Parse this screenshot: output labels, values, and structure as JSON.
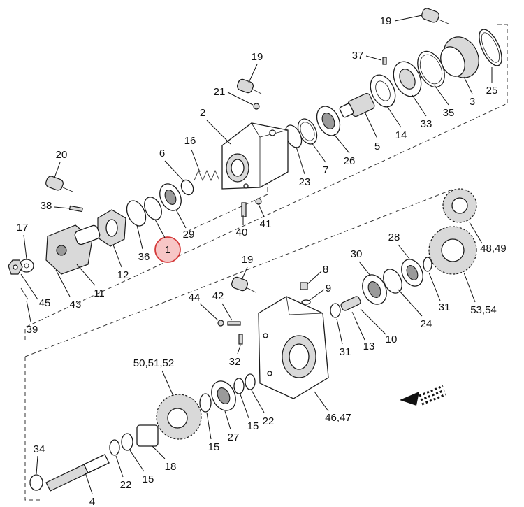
{
  "callouts": [
    {
      "id": "c19a",
      "text": "19"
    },
    {
      "id": "c37",
      "text": "37"
    },
    {
      "id": "c19b",
      "text": "19"
    },
    {
      "id": "c21",
      "text": "21"
    },
    {
      "id": "c2",
      "text": "2"
    },
    {
      "id": "c25",
      "text": "25"
    },
    {
      "id": "c3",
      "text": "3"
    },
    {
      "id": "c35",
      "text": "35"
    },
    {
      "id": "c33",
      "text": "33"
    },
    {
      "id": "c14",
      "text": "14"
    },
    {
      "id": "c5",
      "text": "5"
    },
    {
      "id": "c26",
      "text": "26"
    },
    {
      "id": "c7",
      "text": "7"
    },
    {
      "id": "c23",
      "text": "23"
    },
    {
      "id": "c6",
      "text": "6"
    },
    {
      "id": "c16",
      "text": "16"
    },
    {
      "id": "c20",
      "text": "20"
    },
    {
      "id": "c38",
      "text": "38"
    },
    {
      "id": "c17",
      "text": "17"
    },
    {
      "id": "c29",
      "text": "29"
    },
    {
      "id": "c40",
      "text": "40"
    },
    {
      "id": "c41",
      "text": "41"
    },
    {
      "id": "c36",
      "text": "36"
    },
    {
      "id": "c1",
      "text": "1",
      "highlighted": true
    },
    {
      "id": "c12",
      "text": "12"
    },
    {
      "id": "c11",
      "text": "11"
    },
    {
      "id": "c43",
      "text": "43"
    },
    {
      "id": "c45",
      "text": "45"
    },
    {
      "id": "c39",
      "text": "39"
    },
    {
      "id": "c4849",
      "text": "48,49"
    },
    {
      "id": "c28",
      "text": "28"
    },
    {
      "id": "c30",
      "text": "30"
    },
    {
      "id": "c19c",
      "text": "19"
    },
    {
      "id": "c8",
      "text": "8"
    },
    {
      "id": "c9",
      "text": "9"
    },
    {
      "id": "c42",
      "text": "42"
    },
    {
      "id": "c44",
      "text": "44"
    },
    {
      "id": "c31a",
      "text": "31"
    },
    {
      "id": "c24",
      "text": "24"
    },
    {
      "id": "c5354",
      "text": "53,54"
    },
    {
      "id": "c10",
      "text": "10"
    },
    {
      "id": "c13",
      "text": "13"
    },
    {
      "id": "c31b",
      "text": "31"
    },
    {
      "id": "c32",
      "text": "32"
    },
    {
      "id": "c505152",
      "text": "50,51,52"
    },
    {
      "id": "c4647",
      "text": "46,47"
    },
    {
      "id": "c22a",
      "text": "22"
    },
    {
      "id": "c15a",
      "text": "15"
    },
    {
      "id": "c27",
      "text": "27"
    },
    {
      "id": "c15b",
      "text": "15"
    },
    {
      "id": "c18",
      "text": "18"
    },
    {
      "id": "c34",
      "text": "34"
    },
    {
      "id": "c22b",
      "text": "22"
    },
    {
      "id": "c15c",
      "text": "15"
    },
    {
      "id": "c4",
      "text": "4"
    }
  ],
  "colors": {
    "highlight_fill": "#f7c6c6",
    "highlight_stroke": "#d43a3a",
    "line": "#1a1a1a"
  },
  "icons": {
    "direction_arrow": "front-direction-arrow-icon"
  }
}
